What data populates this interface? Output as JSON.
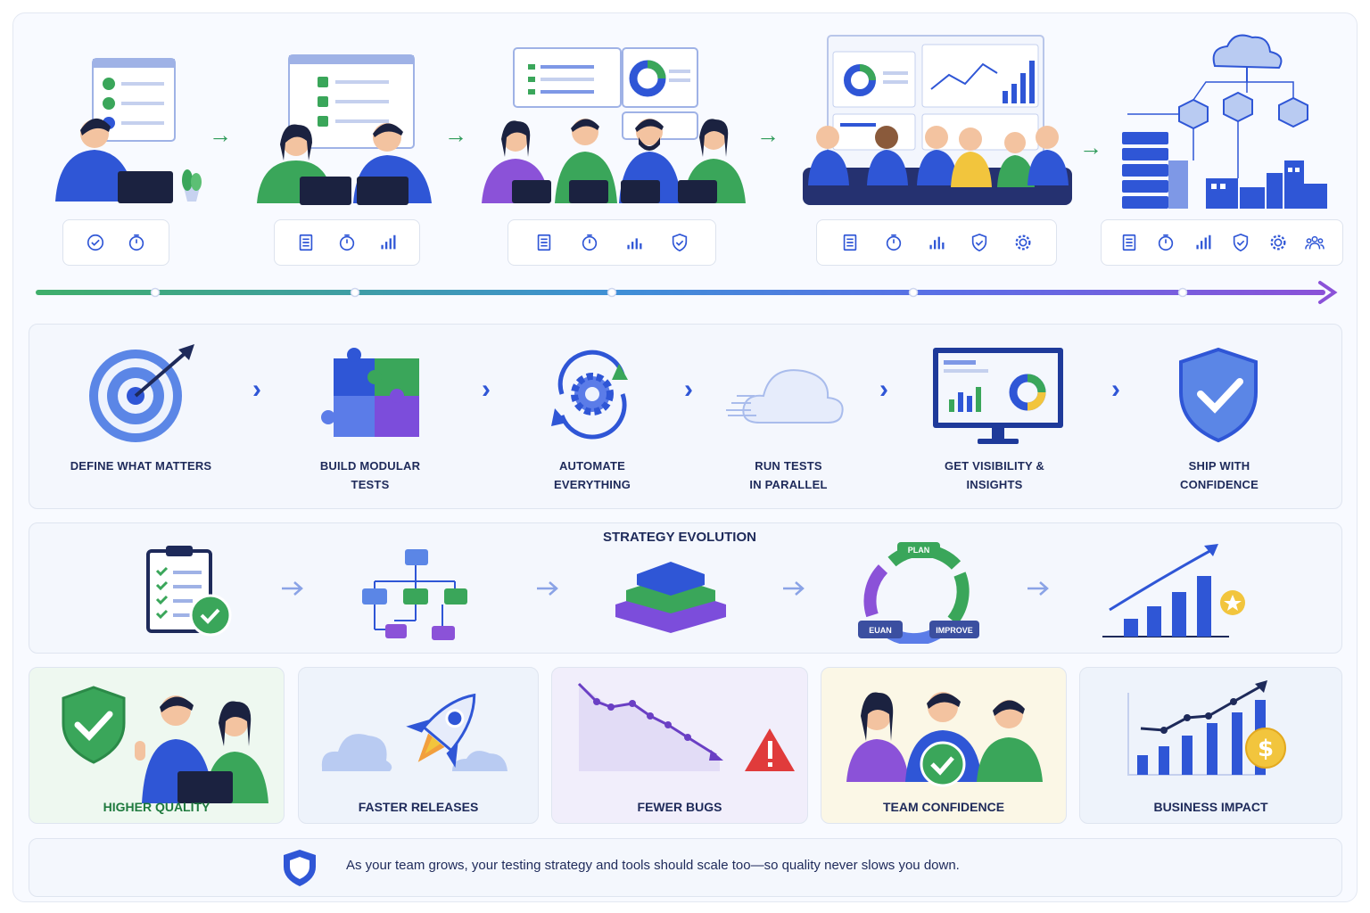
{
  "top_stages": [
    {
      "icons": [
        "check-shield-icon",
        "timer-icon"
      ]
    },
    {
      "icons": [
        "checklist-icon",
        "timer-icon",
        "bar-chart-icon"
      ]
    },
    {
      "icons": [
        "checklist-icon",
        "timer-icon",
        "bar-chart-icon",
        "shield-icon"
      ]
    },
    {
      "icons": [
        "checklist-icon",
        "timer-icon",
        "bar-chart-icon",
        "shield-icon",
        "gear-icon"
      ]
    },
    {
      "icons": [
        "checklist-icon",
        "timer-icon",
        "bar-chart-icon",
        "shield-icon",
        "gear-icon",
        "team-icon"
      ]
    }
  ],
  "steps": [
    {
      "line1": "DEFINE WHAT MATTERS",
      "line2": ""
    },
    {
      "line1": "BUILD MODULAR",
      "line2": "TESTS"
    },
    {
      "line1": "AUTOMATE",
      "line2": "EVERYTHING"
    },
    {
      "line1": "RUN TESTS",
      "line2": "IN PARALLEL"
    },
    {
      "line1": "GET VISIBILITY &",
      "line2": "INSIGHTS"
    },
    {
      "line1": "SHIP WITH",
      "line2": "CONFIDENCE"
    }
  ],
  "strategy": {
    "title": "STRATEGY EVOLUTION",
    "cycle": {
      "top": "PLAN",
      "left": "EUAN",
      "right": "IMPROVE"
    }
  },
  "outcomes": [
    {
      "label": "HIGHER QUALITY",
      "color": "#1f7a3e"
    },
    {
      "label": "FASTER RELEASES",
      "color": "#1e2a5a"
    },
    {
      "label": "FEWER BUGS",
      "color": "#1e2a5a"
    },
    {
      "label": "TEAM CONFIDENCE",
      "color": "#1e2a5a"
    },
    {
      "label": "BUSINESS IMPACT",
      "color": "#1e2a5a"
    }
  ],
  "footer": {
    "text": "As your team grows, your testing strategy and tools should scale too—so quality never slows you down."
  },
  "colors": {
    "blue": "#2f56d6",
    "green": "#3aa65a",
    "purple": "#7c4ddb",
    "navy": "#1e2a5a"
  }
}
